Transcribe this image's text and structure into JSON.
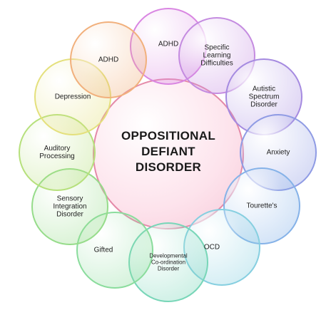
{
  "center": {
    "title": "OPPOSITIONAL\nDEFIANT\nDISORDER",
    "fill": "#fde3ec",
    "stroke": "#e48aa8"
  },
  "items": [
    {
      "label": "ADHD",
      "color": "#d986e2"
    },
    {
      "label": "Specific\nLearning\nDifficulties",
      "color": "#c48be0"
    },
    {
      "label": "Autistic\nSpectrum\nDisorder",
      "color": "#a58ae0"
    },
    {
      "label": "Anxiety",
      "color": "#8f9be4"
    },
    {
      "label": "Tourette's",
      "color": "#85b2e8"
    },
    {
      "label": "OCD",
      "color": "#86cfe0"
    },
    {
      "label": "Developmental\nCo-ordination\nDisorder",
      "color": "#78d6b8"
    },
    {
      "label": "Gifted",
      "color": "#8adc9c"
    },
    {
      "label": "Sensory\nIntegration\nDisorder",
      "color": "#96dc8a"
    },
    {
      "label": "Auditory\nProcessing",
      "color": "#b6e07c"
    },
    {
      "label": "Depression",
      "color": "#e4e07c"
    },
    {
      "label": "ADHD",
      "color": "#f1b07c"
    }
  ]
}
